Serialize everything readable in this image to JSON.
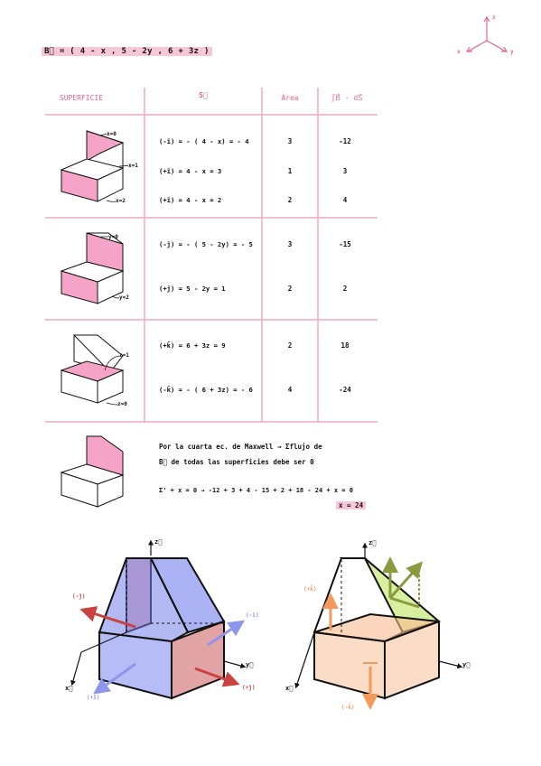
{
  "title": "B⃗ = ( 4 - x ,  5 - 2y ,  6 + 3z )",
  "axes_icon": {
    "z": "z",
    "x": "x",
    "y": "y"
  },
  "table": {
    "headers": [
      "SUPERFICIE",
      "S⃗",
      "Área",
      "∫B⃗ · dS⃗"
    ],
    "rows": [
      {
        "labels": [
          "x=0",
          "x=1",
          "x=2"
        ],
        "lines": [
          {
            "expr": "(-î) = - ( 4 - x) = - 4",
            "area": "3",
            "flux": "-12"
          },
          {
            "expr": "(+î) =  4 - x = 3",
            "area": "1",
            "flux": "3"
          },
          {
            "expr": "(+î) =  4 - x =  2",
            "area": "2",
            "flux": "4"
          }
        ]
      },
      {
        "labels": [
          "y=0",
          "y=2"
        ],
        "lines": [
          {
            "expr": "(-ĵ) = - ( 5 - 2y) = - 5",
            "area": "3",
            "flux": "-15"
          },
          {
            "expr": "(+ĵ) =  5 - 2y  =  1",
            "area": "2",
            "flux": "2"
          }
        ]
      },
      {
        "labels": [
          "z=1",
          "z=0"
        ],
        "lines": [
          {
            "expr": "(+k̂) =  6 + 3z  =  9",
            "area": "2",
            "flux": "18"
          },
          {
            "expr": "(-k̂) = - ( 6 + 3z) = - 6",
            "area": "4",
            "flux": "-24"
          }
        ]
      }
    ]
  },
  "note": {
    "line1": "Por la cuarta ec. de Maxwell →  Σflujo de",
    "line2": "B⃗ de todas las superficies debe ser 0",
    "line3": "Σ' + x = 0  →  -12 + 3 + 4 - 15 + 2 + 18 - 24 + x = 0",
    "result": "x = 24"
  },
  "diagram_left": {
    "z": "z⃗",
    "x": "x⃗",
    "y": "y⃗",
    "arrows": [
      "(-ĵ)",
      "(-î)",
      "(+î)",
      "(+ĵ)"
    ]
  },
  "diagram_right": {
    "z": "z⃗",
    "x": "x⃗",
    "y": "y⃗",
    "arrows": [
      "(+k̂)",
      "(-k̂)"
    ]
  },
  "colors": {
    "pink": "#f5a3c7",
    "pink_line": "#f0aac0",
    "header": "#e2628e",
    "blue": "#8d95ec",
    "red": "#d9534f",
    "orange": "#f8b98f",
    "green": "#d7ef9e",
    "olive": "#8a9a3c"
  }
}
